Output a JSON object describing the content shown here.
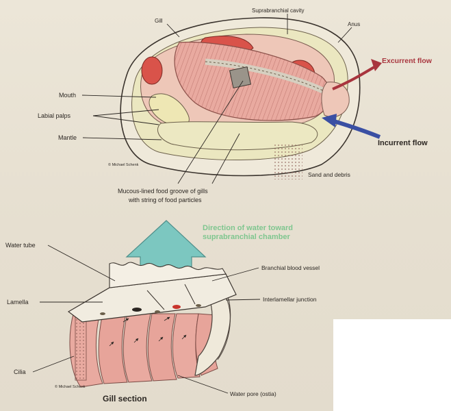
{
  "upper_figure": {
    "labels": {
      "gill": "Gill",
      "suprabranchial_cavity": "Suprabranchial cavity",
      "anus": "Anus",
      "excurrent_flow": "Excurrent flow",
      "mouth": "Mouth",
      "labial_palps": "Labial palps",
      "mantle": "Mantle",
      "incurrent_flow": "Incurrent flow",
      "credit": "© Michael Schenk",
      "sand_and_debris": "Sand and debris",
      "food_groove_line1": "Mucous-lined food groove of gills",
      "food_groove_line2": "with string of food particles"
    }
  },
  "lower_figure": {
    "labels": {
      "direction_line1": "Direction of water toward",
      "direction_line2": "suprabranchial chamber",
      "water_tube": "Water tube",
      "branchial_blood_vessel": "Branchial blood vessel",
      "lamella": "Lamella",
      "interlamellar_junction": "Interlamellar junction",
      "cilia": "Cilia",
      "credit": "© Michael Schenk",
      "water_pore": "Water pore (ostia)",
      "title": "Gill section"
    }
  },
  "colors": {
    "background": "#e8e2d4",
    "gill_pink": "#e9aaa0",
    "organ_red": "#d9534a",
    "mantle_yellow": "#e8e6b0",
    "excurrent_arrow": "#a8353e",
    "incurrent_arrow": "#3a4fa3",
    "water_arrow": "#7cc7c0",
    "direction_text": "#7fc68f"
  }
}
